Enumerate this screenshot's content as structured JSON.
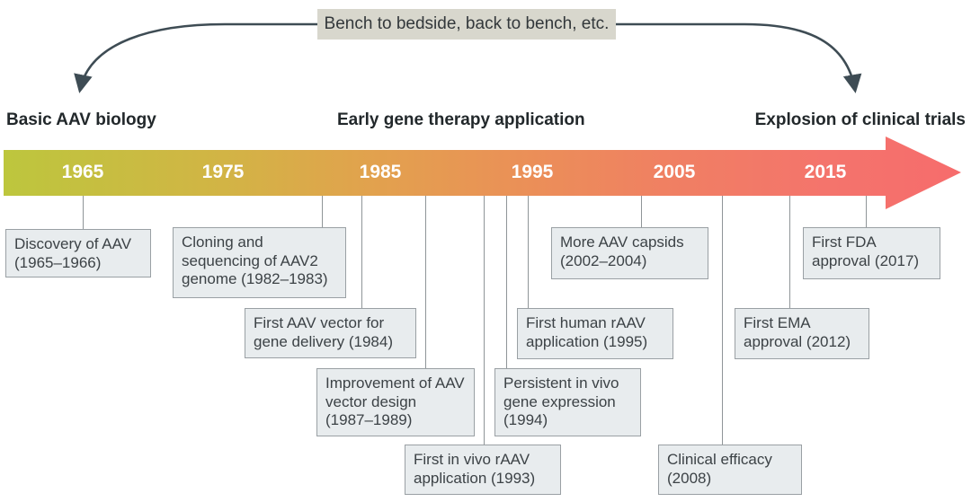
{
  "banner": {
    "label": "Bench to bedside, back to bench, etc."
  },
  "sections": [
    {
      "label": "Basic AAV biology"
    },
    {
      "label": "Early gene therapy application"
    },
    {
      "label": "Explosion of clinical trials"
    }
  ],
  "timeline": {
    "years": [
      "1965",
      "1975",
      "1985",
      "1995",
      "2005",
      "2015"
    ],
    "direction": "left-to-right arrow"
  },
  "events": [
    {
      "label": "Discovery of AAV (1965–1966)"
    },
    {
      "label": "Cloning and sequencing of AAV2 genome (1982–1983)"
    },
    {
      "label": "First AAV vector for gene delivery (1984)"
    },
    {
      "label": "Improvement of AAV vector design (1987–1989)"
    },
    {
      "label": "First in vivo rAAV application (1993)"
    },
    {
      "label": "Persistent in vivo gene expression (1994)"
    },
    {
      "label": "First human rAAV application (1995)"
    },
    {
      "label": "More AAV capsids (2002–2004)"
    },
    {
      "label": "Clinical efficacy (2008)"
    },
    {
      "label": "First EMA approval (2012)"
    },
    {
      "label": "First FDA approval (2017)"
    }
  ],
  "colors": {
    "timeline_gradient_start": "#bdc63d",
    "timeline_gradient_end": "#f66c6c",
    "event_box_bg": "#e8ecee",
    "event_box_border": "#9aa0a4",
    "banner_bg": "#d8d7cd",
    "curve_arrow": "#3e4c54",
    "connector_line": "#8f9598"
  }
}
